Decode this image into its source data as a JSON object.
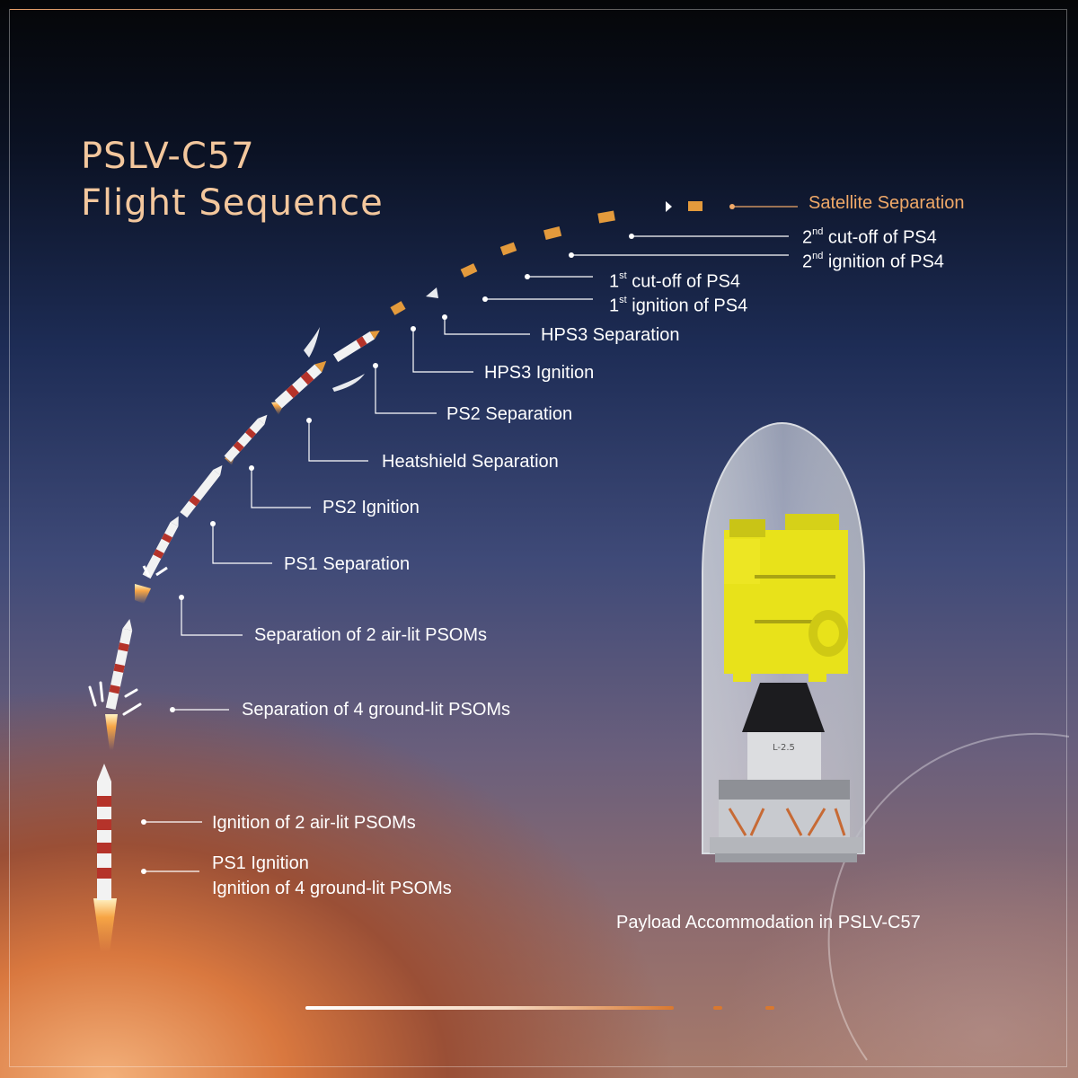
{
  "title": {
    "line1": "PSLV-C57",
    "line2": "Flight Sequence"
  },
  "events": [
    {
      "id": "satellite-separation",
      "text": "Satellite Separation"
    },
    {
      "id": "second-cutoff-ps4",
      "ordinal": "2",
      "suffix": "nd",
      "rest": " cut-off of PS4"
    },
    {
      "id": "second-ignition-ps4",
      "ordinal": "2",
      "suffix": "nd",
      "rest": " ignition of PS4"
    },
    {
      "id": "first-cutoff-ps4",
      "ordinal": "1",
      "suffix": "st",
      "rest": " cut-off of PS4"
    },
    {
      "id": "first-ignition-ps4",
      "ordinal": "1",
      "suffix": "st",
      "rest": " ignition of PS4"
    },
    {
      "id": "hps3-separation",
      "text": "HPS3 Separation"
    },
    {
      "id": "hps3-ignition",
      "text": "HPS3 Ignition"
    },
    {
      "id": "ps2-separation",
      "text": "PS2 Separation"
    },
    {
      "id": "heatshield-separation",
      "text": "Heatshield Separation"
    },
    {
      "id": "ps2-ignition",
      "text": "PS2 Ignition"
    },
    {
      "id": "ps1-separation",
      "text": "PS1 Separation"
    },
    {
      "id": "separation-2-air-lit",
      "text": "Separation of 2 air-lit PSOMs"
    },
    {
      "id": "separation-4-ground-lit",
      "text": "Separation of 4 ground-lit PSOMs"
    },
    {
      "id": "ignition-2-air-lit",
      "text": "Ignition of 2 air-lit PSOMs"
    },
    {
      "id": "ps1-ignition",
      "text": "PS1 Ignition"
    },
    {
      "id": "ignition-4-ground-lit",
      "text": "Ignition of 4 ground-lit PSOMs"
    }
  ],
  "payload": {
    "caption": "Payload Accommodation in PSLV-C57",
    "adapter_marking": "L-2.5"
  },
  "colors": {
    "accent": "#f0a968",
    "title": "#f3c79d",
    "stage_orange": "#e39a3c",
    "rocket_red": "#b5332a",
    "payload_yellow": "#e8e21a"
  }
}
